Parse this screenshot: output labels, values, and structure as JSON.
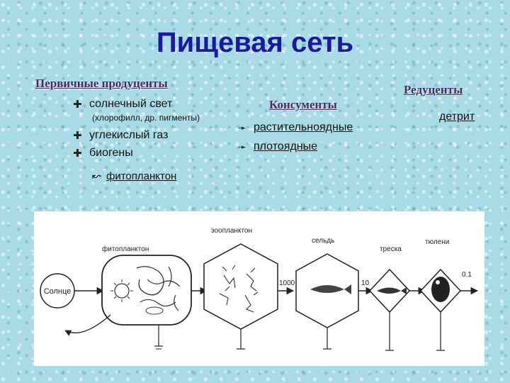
{
  "title": "Пищевая сеть",
  "producers": {
    "heading": "Первичные продуценты",
    "items": [
      "солнечный свет",
      "углекислый газ",
      "биогены"
    ],
    "note": "(хлорофилл, др. пигменты)",
    "result": "фитопланктон"
  },
  "consumers": {
    "heading": "Консументы",
    "items": [
      "растительноядные",
      "плотоядные"
    ]
  },
  "reducers": {
    "heading": "Редуценты",
    "item": "детрит"
  },
  "diagram": {
    "sun": "Солнце",
    "phyto": "фитопланктон",
    "zoo": "зоопланктон",
    "herring": "сельдь",
    "cod": "треска",
    "seals": "тюлени",
    "ratio1": "1000",
    "ratio2": "10",
    "ratio3": "0.1"
  },
  "colors": {
    "title": "#1a1a9c",
    "heading": "#4a2a66",
    "background": "#a9dbe6"
  }
}
